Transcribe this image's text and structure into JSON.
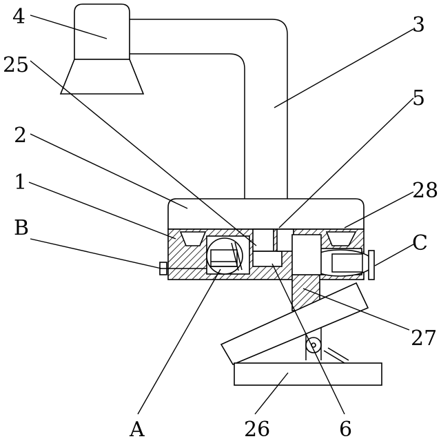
{
  "labels": {
    "l4": "4",
    "l3": "3",
    "l25": "25",
    "l5": "5",
    "l2": "2",
    "l1": "1",
    "l28": "28",
    "lB": "B",
    "lC": "C",
    "l27": "27",
    "lA": "A",
    "l26": "26",
    "l6": "6"
  }
}
